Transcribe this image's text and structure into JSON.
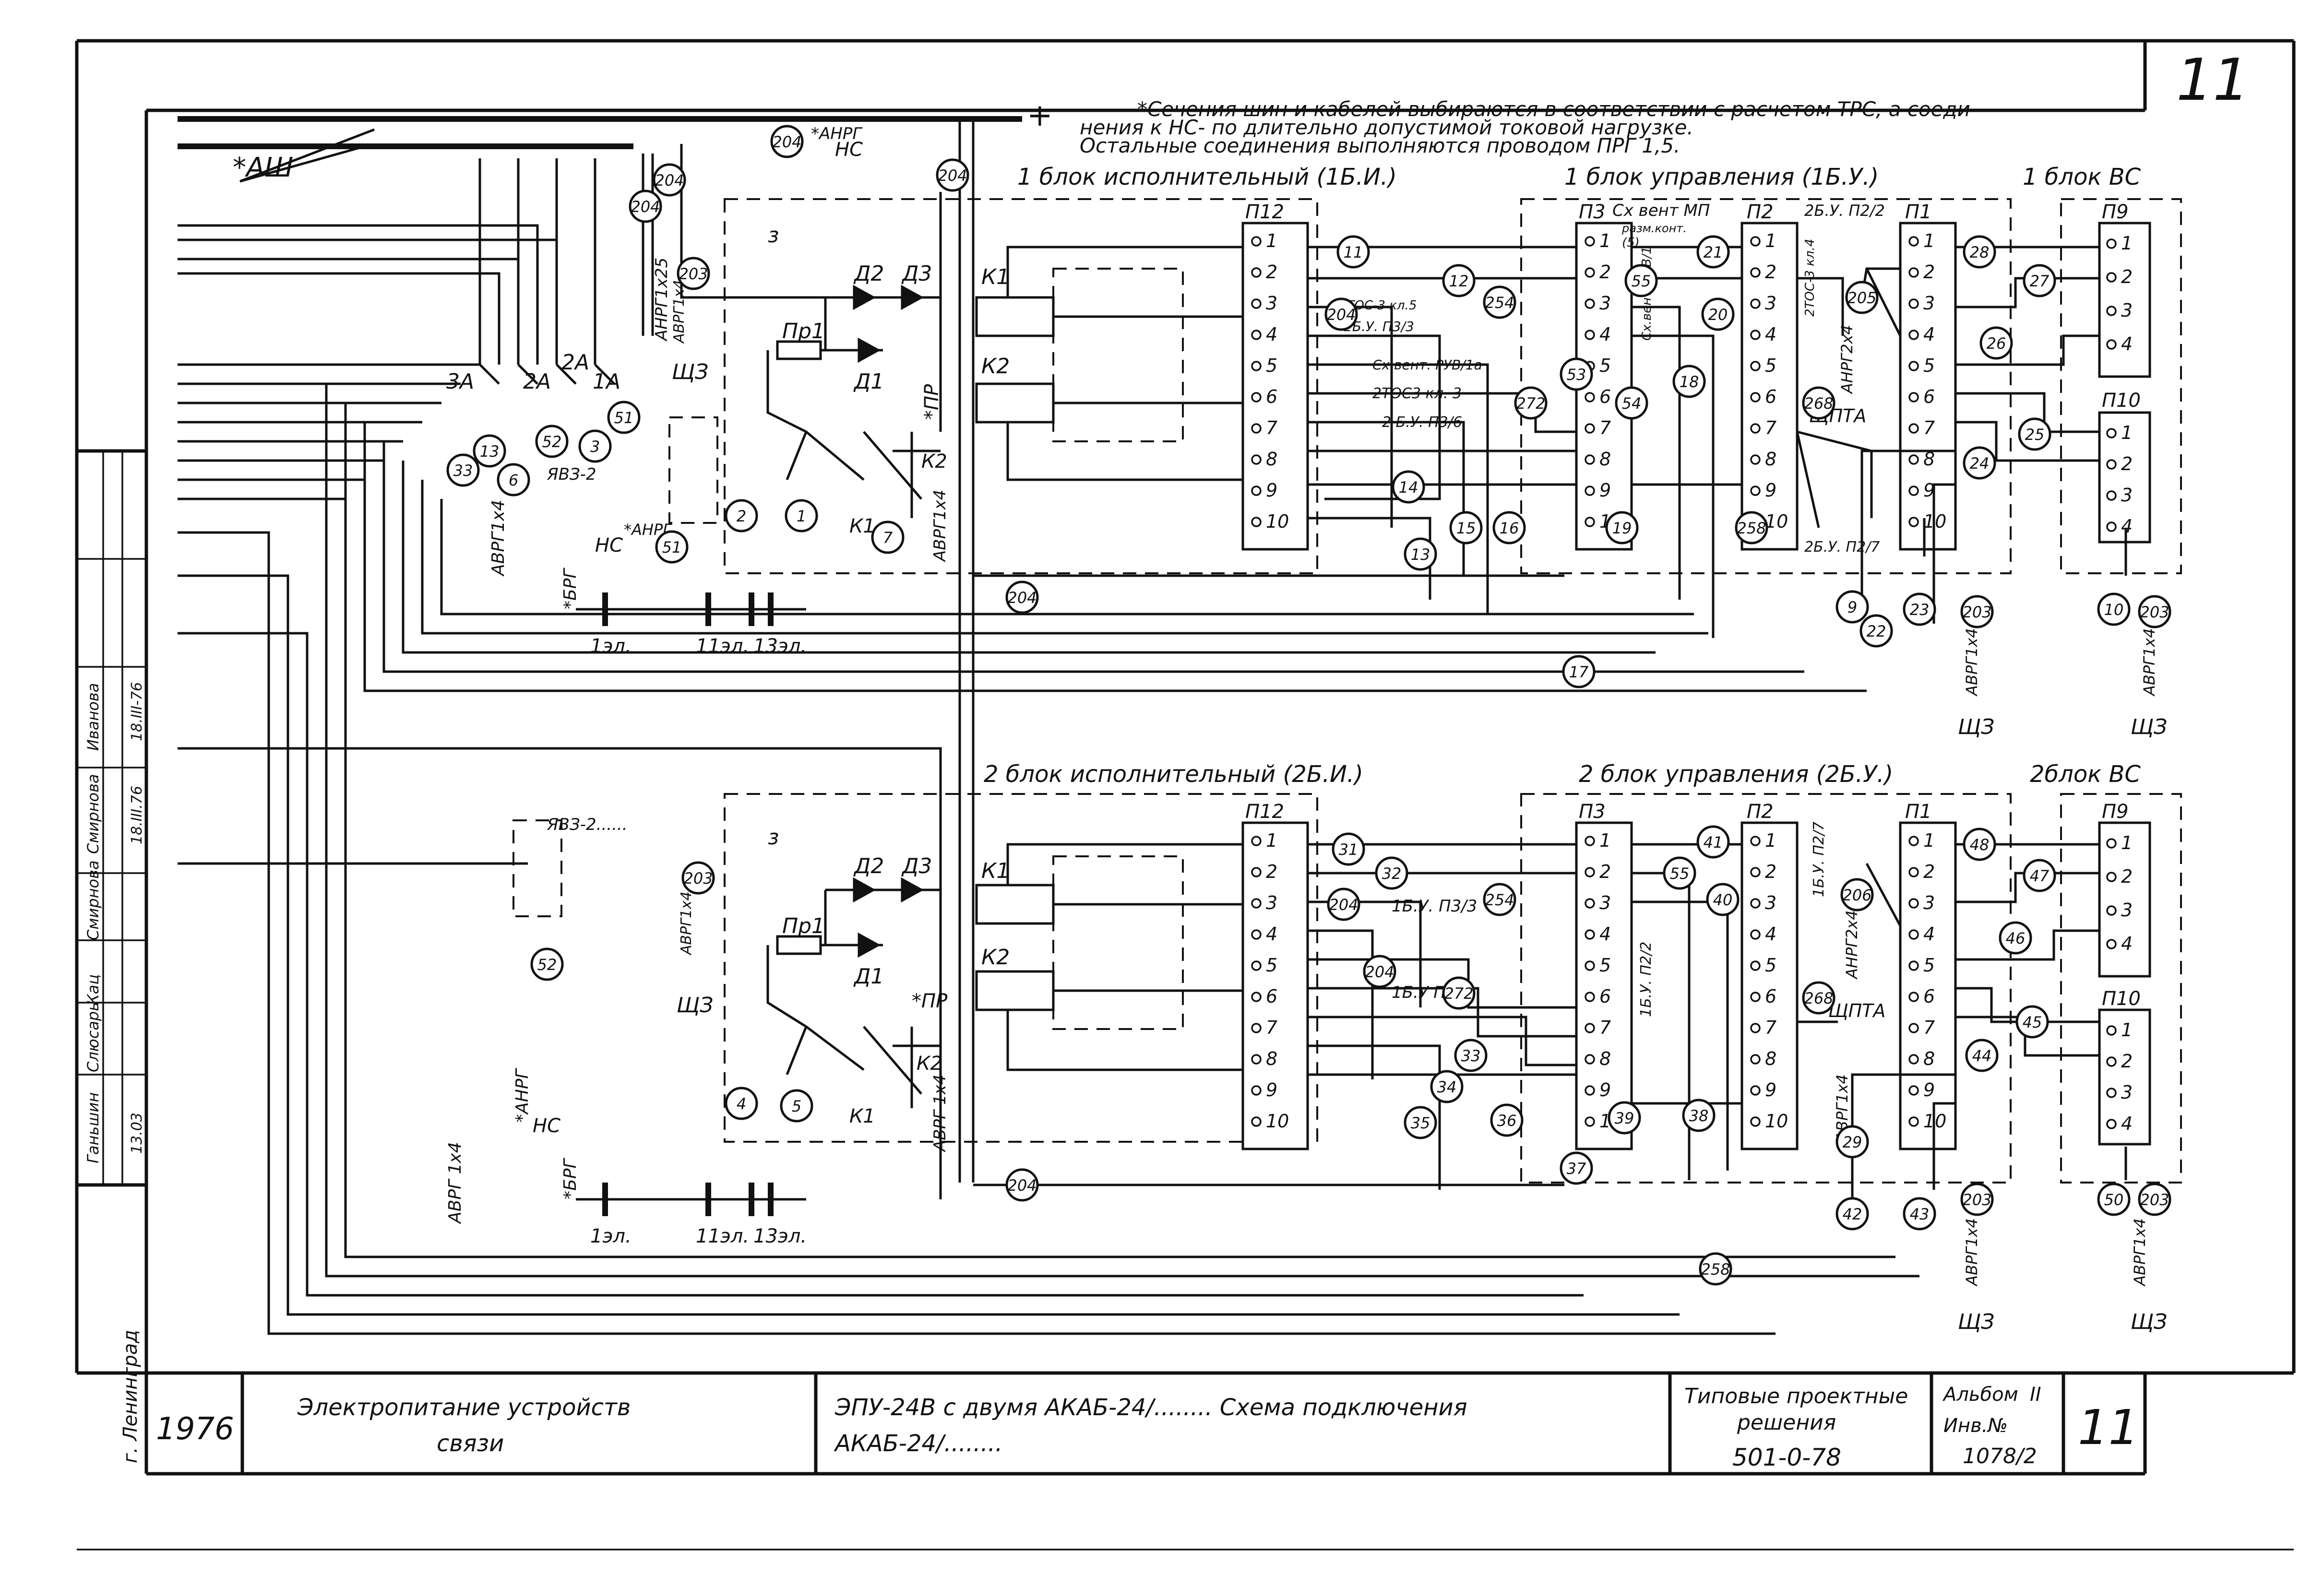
{
  "sheet": {
    "number": "11",
    "note": {
      "line1": "*Сечения шин и кабелей выбираются в соответствии с расчетом ТРС, а соеди-",
      "line2": "нения к НС- по длительно допустимой токовой нагрузке.",
      "line3": "Остальные соединения выполняются проводом ПРГ  1,5."
    },
    "plus_sign": "+",
    "minus_sign": "—"
  },
  "bus": {
    "label": "*АШ"
  },
  "block_titles": {
    "exec1": "1 блок исполнительный (1Б.И.)",
    "ctrl1": "1 блок управления (1Б.У.)",
    "vs1": "1 блок ВС",
    "exec2": "2 блок исполнительный (2Б.И.)",
    "ctrl2": "2 блок управления (2Б.У.)",
    "vs2": "2блок ВС"
  },
  "terminal_strips": {
    "p12": "П12",
    "p3": "П3",
    "p2": "П2",
    "p1": "П1",
    "p9": "П9",
    "p10": "П10",
    "pins10": [
      "1",
      "2",
      "3",
      "4",
      "5",
      "6",
      "7",
      "8",
      "9",
      "10"
    ],
    "pins4": [
      "1",
      "2",
      "3",
      "4"
    ]
  },
  "components": {
    "d1": "Д1",
    "d2": "Д2",
    "d3": "Д3",
    "pr1": "Пр1",
    "k1": "К1",
    "k2": "К2",
    "pr": "*ПР",
    "z": "з",
    "switches": [
      "3А",
      "2А",
      "2А",
      "1А"
    ],
    "yav": "ЯВЗ-2",
    "yav2": "ЯВЗ-2......",
    "cells": [
      "1эл.",
      "11эл.",
      "13эл."
    ],
    "brg": "*БРГ",
    "shch3": "ЩЗ",
    "shchpta": "ЩПТА",
    "ns": "НС"
  },
  "cables": {
    "anrg": "*АНРГ",
    "anrg_1x25": "АНРГ1х25",
    "avrg_1x4": "АВРГ1х4",
    "avrg_1x4b": "АВРГ 1х4",
    "anrg_2x4": "АНРГ2х4",
    "avrg_1x4_small": "АВРГ1х4"
  },
  "wire_numbers": {
    "top": [
      "204",
      "204",
      "204",
      "204",
      "203",
      "13",
      "6",
      "52",
      "3",
      "51",
      "51",
      "2",
      "1",
      "7",
      "33",
      "11",
      "12",
      "204",
      "254",
      "53",
      "272",
      "14",
      "13",
      "15",
      "16",
      "19",
      "17",
      "18",
      "20",
      "21",
      "55",
      "54",
      "205",
      "268",
      "258",
      "28",
      "27",
      "26",
      "25",
      "24",
      "9",
      "22",
      "23",
      "203",
      "10",
      "203",
      "204"
    ],
    "bottom": [
      "203",
      "52",
      "4",
      "5",
      "31",
      "32",
      "204",
      "254",
      "204",
      "272",
      "33",
      "34",
      "35",
      "36",
      "39",
      "37",
      "38",
      "40",
      "41",
      "55",
      "206",
      "268",
      "48",
      "47",
      "46",
      "45",
      "44",
      "29",
      "42",
      "43",
      "203",
      "50",
      "203",
      "204",
      "258"
    ]
  },
  "annotations": {
    "tos_kl5": "1ТОС-3 кл.5",
    "b1u_p3_3": "2Б.У. П3/3",
    "sh_vent": "Сх.вент. РУВ/1а",
    "tos_kl3": "2ТОС3 кл. 3",
    "b2u_p3_6": "2 Б.У. П3/6",
    "sh_vent_mp": "Сх вент МП",
    "razm_kont": "разм.конт.",
    "five": "(5)",
    "b2u_p2_2": "2Б.У. П2/2",
    "tos3_kl4": "2ТОС-3 кл.4",
    "b2u_p2_7": "2Б.У. П2/7",
    "b1u_p3_3b": "1Б.У. П3/3",
    "b1u_p3_6": "1Б.У П3/6",
    "b1u_p2_2": "1Б.У. П2/2",
    "b1u_p2_7": "1Б.У. П2/7",
    "sh_vent_ruv": "Сх.вент. РУВ/1"
  },
  "stamp": {
    "year": "1976",
    "subject_line1": "Электропитание устройств",
    "subject_line2": "связи",
    "title_line1": "ЭПУ-24В с двумя АКАБ-24/........  Схема подключения",
    "title_line2": "АКАБ-24/........",
    "typical_line1": "Типовые проектные",
    "typical_line2": "решения",
    "code": "501-0-78",
    "album_label": "Альбом",
    "album_num": "II",
    "inv_label": "Инв.№",
    "inv_num": "1078/2",
    "sheet": "11",
    "city": "г. Ленинград"
  },
  "signatures": {
    "roles": [
      "Ганьшин",
      "Слюсарь",
      "Кац",
      "Смирнова",
      "Смирнова",
      "Иванова"
    ],
    "dates": [
      "13.03",
      "",
      "",
      "",
      "18.III.76",
      "18.III-76"
    ]
  }
}
